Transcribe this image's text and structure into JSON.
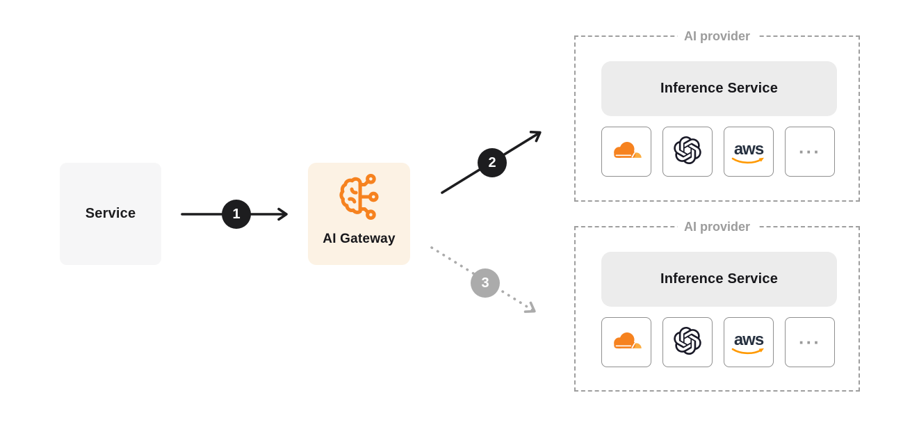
{
  "diagram": {
    "service": {
      "label": "Service"
    },
    "gateway": {
      "label": "AI Gateway",
      "icon": "brain-circuit-icon"
    },
    "steps": [
      {
        "badge": "1",
        "style": "solid-dark-arrow"
      },
      {
        "badge": "2",
        "style": "solid-dark-arrow"
      },
      {
        "badge": "3",
        "style": "dotted-gray-arrow"
      }
    ],
    "logo_text": {
      "aws": "aws",
      "more": "···"
    },
    "providers": [
      {
        "title": "AI provider",
        "inference_service": "Inference Service",
        "logos": [
          "cloudflare-icon",
          "openai-icon",
          "aws-icon",
          "more-providers"
        ]
      },
      {
        "title": "AI provider",
        "inference_service": "Inference Service",
        "logos": [
          "cloudflare-icon",
          "openai-icon",
          "aws-icon",
          "more-providers"
        ]
      }
    ],
    "colors": {
      "accent_orange": "#f6821f",
      "cloudflare_light_orange": "#fbad41",
      "gateway_bg": "#fcf2e4",
      "service_box_bg": "#f6f6f7",
      "inference_bg": "#ececec",
      "dashed_border": "#9e9e9e",
      "badge_dark": "#1d1d1f",
      "badge_gray": "#ababab",
      "aws_navy": "#252f3e",
      "aws_orange": "#ff9900"
    }
  }
}
